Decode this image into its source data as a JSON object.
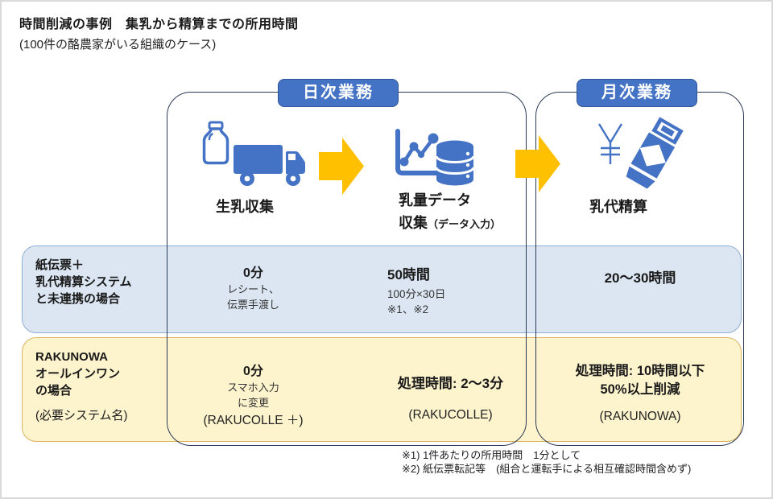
{
  "page": {
    "title": "時間削減の事例　集乳から精算までの所用時間",
    "subtitle": "(100件の酪農家がいる組織のケース)"
  },
  "headers": {
    "daily": "日次業務",
    "monthly": "月次業務"
  },
  "steps": {
    "milk_collection": {
      "label": "生乳収集"
    },
    "milk_data": {
      "label_line1": "乳量データ",
      "label_line2": "収集",
      "note": "（データ入力）"
    },
    "payment": {
      "label": "乳代精算"
    }
  },
  "rows": {
    "paper": {
      "label_line1": "紙伝票＋",
      "label_line2": "乳代精算システム",
      "label_line3": "と未連携の場合",
      "cell_collection": {
        "main": "0分",
        "sub1": "レシート、",
        "sub2": "伝票手渡し"
      },
      "cell_data": {
        "main": "50時間",
        "sub1": "100分×30日",
        "sub2": "※1、※2"
      },
      "cell_payment": {
        "main": "20〜30時間"
      }
    },
    "rakunowa": {
      "label_line1": "RAKUNOWA",
      "label_line2": "オールインワン",
      "label_line3": "の場合",
      "label_note": "(必要システム名)",
      "cell_collection": {
        "main": "0分",
        "sub1": "スマホ入力",
        "sub2": "に変更",
        "system": "(RAKUCOLLE ＋)"
      },
      "cell_data": {
        "main": "処理時間: 2〜3分",
        "system": "(RAKUCOLLE)"
      },
      "cell_payment": {
        "main_line1": "処理時間: 10時間以下",
        "main_line2": "50%以上削減",
        "system": "(RAKUNOWA)"
      }
    }
  },
  "footnotes": {
    "note1": "※1) 1件あたりの所用時間　1分として",
    "note2": "※2) 紙伝票転記等　(組合と運転手による相互確認時間含めず)"
  },
  "colors": {
    "accent_blue": "#4472C4",
    "badge_border": "#2F5597",
    "arrow_gold": "#FFC000",
    "row_blue_bg": "#DBE6F2",
    "row_blue_border": "#8FAED2",
    "row_yellow_bg": "#FDF3CD",
    "row_yellow_border": "#D9B55E",
    "group_border": "#2B3A55"
  }
}
